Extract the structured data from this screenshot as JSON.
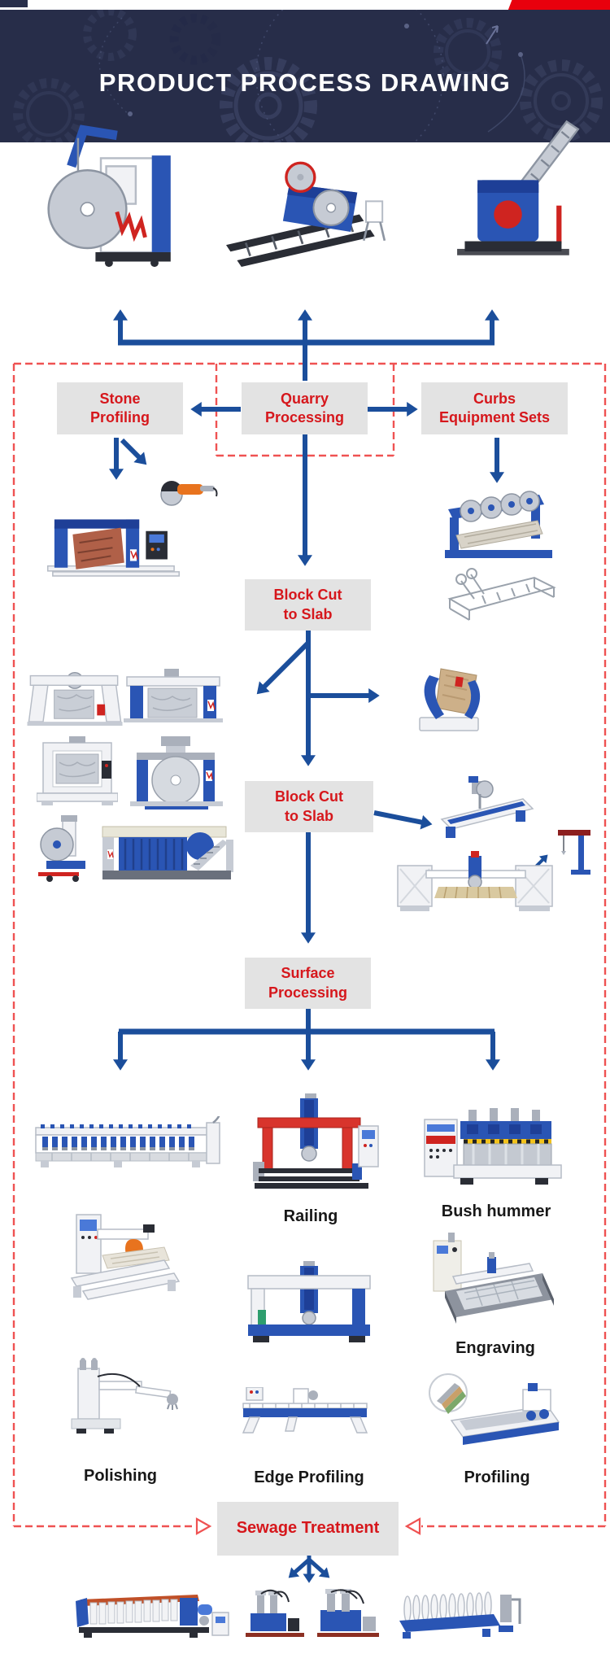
{
  "theme": {
    "accent_red": "#e8000d",
    "banner_bg": "#272d49",
    "box_bg": "#e3e3e3",
    "box_text": "#d6171c",
    "arrow_blue": "#1b4e9b",
    "dashed_red": "#ef5252",
    "label_color": "#181818"
  },
  "header": {
    "title": "PRODUCT PROCESS DRAWING"
  },
  "flowchart": {
    "nodes": {
      "stone_profiling": {
        "line1": "Stone",
        "line2": "Profiling"
      },
      "quarry_processing": {
        "line1": "Quarry",
        "line2": "Processing"
      },
      "curbs_equipment_sets": {
        "line1": "Curbs",
        "line2": "Equipment Sets"
      },
      "block_cut_to_slab_1": {
        "line1": "Block Cut",
        "line2": "to Slab"
      },
      "block_cut_to_slab_2": {
        "line1": "Block Cut",
        "line2": "to Slab"
      },
      "surface_processing": {
        "line1": "Surface",
        "line2": "Processing"
      },
      "sewage_treatment": {
        "label": "Sewage Treatment"
      }
    },
    "machine_labels": {
      "railing": "Railing",
      "bush_hummer": "Bush hummer",
      "engraving": "Engraving",
      "polishing": "Polishing",
      "edge_profiling": "Edge Profiling",
      "profiling": "Profiling"
    }
  }
}
